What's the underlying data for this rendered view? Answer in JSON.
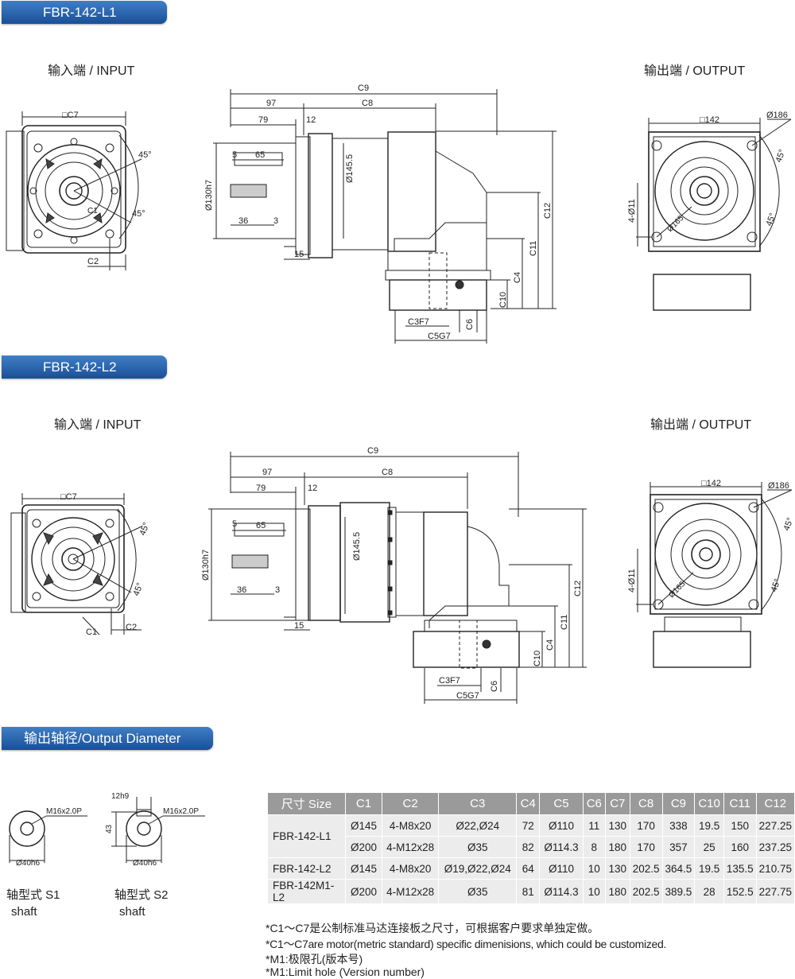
{
  "sections": {
    "l1_title": "FBR-142-L1",
    "l2_title": "FBR-142-L2",
    "shaft_title": "输出轴径/Output Diameter"
  },
  "labels": {
    "input": "输入端 / INPUT",
    "output": "输出端 / OUTPUT"
  },
  "dims": {
    "c7": "□C7",
    "c1": "C1",
    "c2": "C2",
    "c3": "C3F7",
    "c4": "C4",
    "c5": "C5G7",
    "c6": "C6",
    "c8": "C8",
    "c9": "C9",
    "c10": "C10",
    "c11": "C11",
    "c12": "C12",
    "deg45": "45°",
    "d97": "97",
    "d79": "79",
    "d12": "12",
    "d5": "5",
    "d65": "65",
    "d36": "36",
    "d3": "3",
    "d15": "15",
    "d130": "Ø130h7",
    "d1455": "Ø145.5",
    "sq142": "□142",
    "d186": "Ø186",
    "d165": "Ø165",
    "holes": "4-Ø11"
  },
  "shafts": {
    "thread": "M16x2.0P",
    "dia": "Ø40h6",
    "key": "12h9",
    "height": "43",
    "s1_cn": "轴型式 S1",
    "s1_en": "shaft",
    "s2_cn": "轴型式 S2",
    "s2_en": "shaft"
  },
  "table": {
    "headers": [
      "尺寸 Size",
      "C1",
      "C2",
      "C3",
      "C4",
      "C5",
      "C6",
      "C7",
      "C8",
      "C9",
      "C10",
      "C11",
      "C12"
    ],
    "rows": [
      {
        "model": "FBR-142-L1",
        "cells": [
          "Ø145",
          "4-M8x20",
          "Ø22,Ø24",
          "72",
          "Ø110",
          "11",
          "130",
          "170",
          "338",
          "19.5",
          "150",
          "227.25"
        ]
      },
      {
        "model": "",
        "cells": [
          "Ø200",
          "4-M12x28",
          "Ø35",
          "82",
          "Ø114.3",
          "8",
          "180",
          "170",
          "357",
          "25",
          "160",
          "237.25"
        ]
      },
      {
        "model": "FBR-142-L2",
        "cells": [
          "Ø145",
          "4-M8x20",
          "Ø19,Ø22,Ø24",
          "64",
          "Ø110",
          "10",
          "130",
          "202.5",
          "364.5",
          "19.5",
          "135.5",
          "210.75"
        ]
      },
      {
        "model": "FBR-142M1-L2",
        "cells": [
          "Ø200",
          "4-M12x28",
          "Ø35",
          "81",
          "Ø114.3",
          "10",
          "180",
          "202.5",
          "389.5",
          "28",
          "152.5",
          "227.75"
        ]
      }
    ]
  },
  "notes": [
    "*C1～C7是公制标准马达连接板之尺寸，可根据客户要求单独定做。",
    "*C1～C7are motor(metric standard) specific dimenisions, which could be customized.",
    "*M1:极限孔(版本号)",
    "*M1:Limit hole (Version number)"
  ]
}
